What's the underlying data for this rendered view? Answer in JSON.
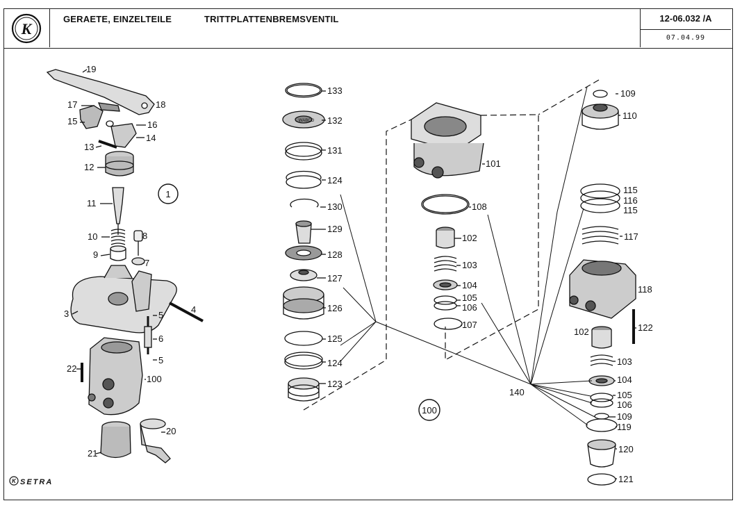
{
  "header": {
    "logo_letter": "K",
    "group_title": "GERAETE, EINZELTEILE",
    "part_title": "TRITTPLATTENBREMSVENTIL",
    "doc_number": "12-06.032 /A",
    "doc_date": "07.04.99"
  },
  "footer": {
    "brand": "SETRA"
  },
  "callouts": {
    "assembly_1": "1",
    "assembly_100": "100"
  },
  "parts": {
    "left": [
      "19",
      "18",
      "17",
      "16",
      "15",
      "14",
      "13",
      "12",
      "11",
      "10",
      "8",
      "9",
      "7",
      "3",
      "4",
      "5",
      "6",
      "5",
      "22",
      "100",
      "20",
      "21"
    ],
    "middle": [
      "133",
      "132",
      "131",
      "124",
      "130",
      "129",
      "128",
      "127",
      "126",
      "125",
      "124",
      "123"
    ],
    "valve_top": [
      "101",
      "108",
      "102",
      "103",
      "104",
      "105",
      "106",
      "107"
    ],
    "right": [
      "109",
      "110",
      "115",
      "116",
      "115",
      "117",
      "118",
      "102",
      "122",
      "103",
      "104",
      "105",
      "106",
      "109",
      "119",
      "120",
      "121"
    ],
    "common": "140"
  },
  "wabco_text": "WABCO"
}
